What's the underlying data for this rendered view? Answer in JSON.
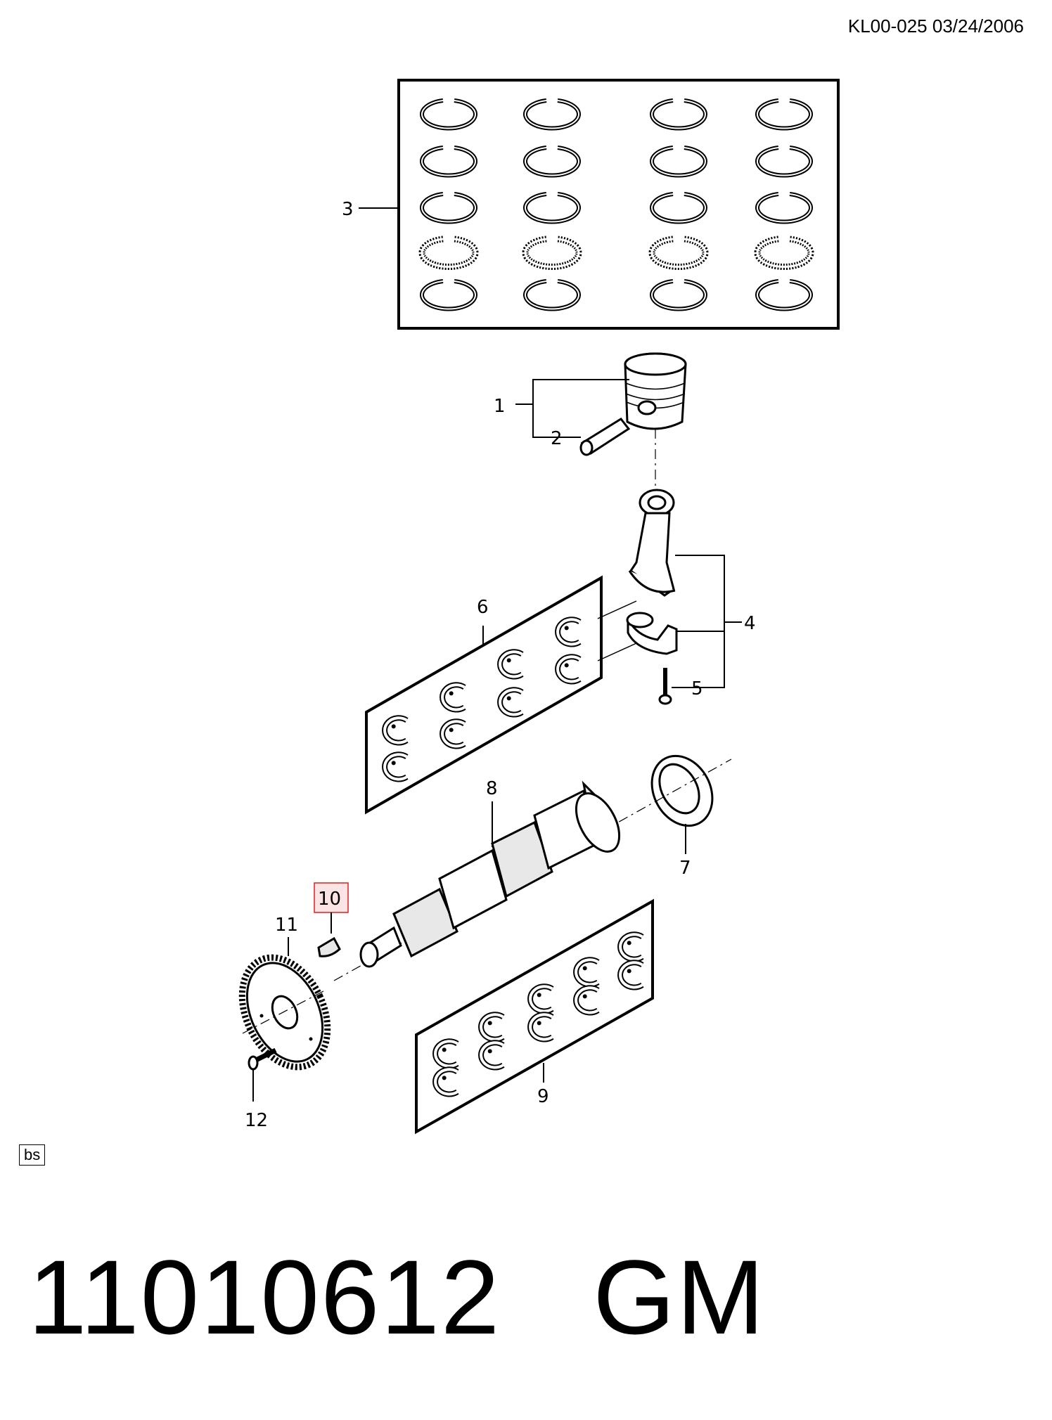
{
  "header": {
    "doc_code": "KL00-025 03/24/2006"
  },
  "callouts": {
    "c1": "1",
    "c2": "2",
    "c3": "3",
    "c4": "4",
    "c5": "5",
    "c6": "6",
    "c7": "7",
    "c8": "8",
    "c9": "9",
    "c10": "10",
    "c11": "11",
    "c12": "12"
  },
  "highlighted_callout": "10",
  "highlight_color": "#e02020",
  "footer": {
    "bs_tag": "bs",
    "part_number": "11010612",
    "brand": "GM"
  }
}
